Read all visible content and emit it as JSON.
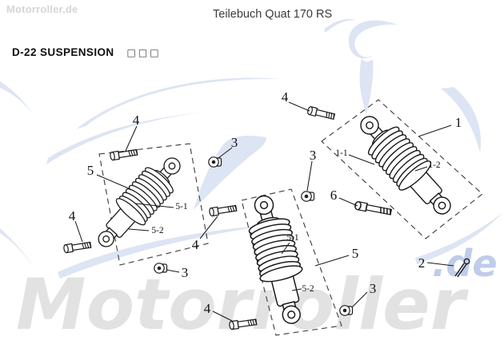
{
  "page": {
    "watermark_small": "Motorroller.de",
    "title": "Teilebuch Quat 170 RS",
    "section": "D-22 SUSPENSION",
    "section_cjk": "□□□",
    "watermark_large": "Motorroller",
    "watermark_de": ".de"
  },
  "colors": {
    "line": "#1a1a1a",
    "watermark_gray": "#e2e2e2",
    "watermark_blue": "#dde4f3",
    "watermark_de_blue": "#bfccea",
    "header_text": "#3b3b3b"
  },
  "callouts": {
    "c1": "1",
    "c11": "1-1",
    "c12": "1-2",
    "c2": "2",
    "c3a": "3",
    "c3b": "3",
    "c3c": "3",
    "c3d": "3",
    "c4a": "4",
    "c4b": "4",
    "c4c": "4",
    "c4d": "4",
    "c4e": "4",
    "c5a": "5",
    "c5b": "5",
    "c51a": "5-1",
    "c51b": "5-1",
    "c52a": "5-2",
    "c52b": "5-2",
    "c6": "6"
  }
}
